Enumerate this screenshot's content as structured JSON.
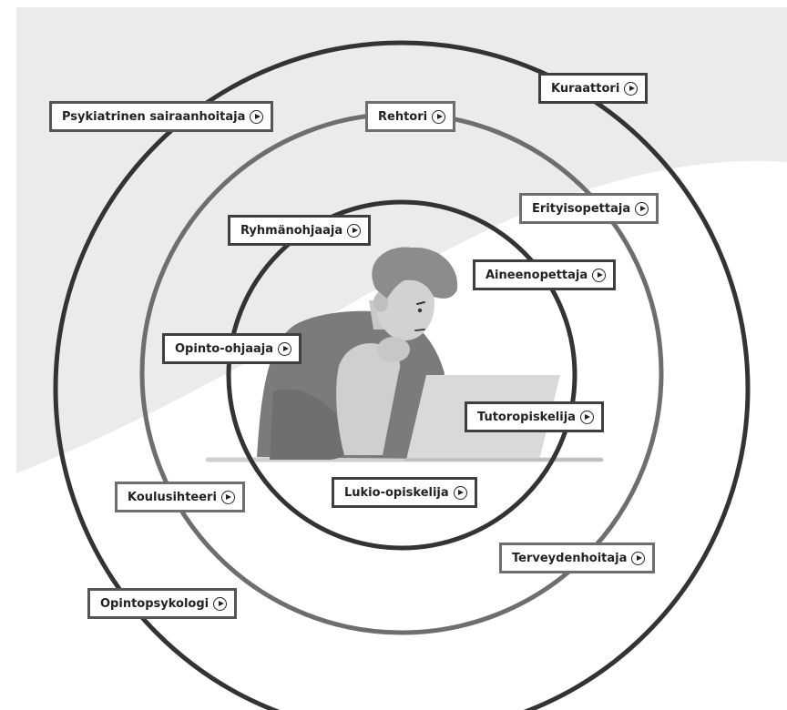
{
  "roles": {
    "psykiatrinen_sairaanhoitaja": "Psykiatrinen sairaanhoitaja",
    "kuraattori": "Kuraattori",
    "rehtori": "Rehtori",
    "erityisopettaja": "Erityisopettaja",
    "ryhmanohjaaja": "Ryhmänohjaaja",
    "aineenopettaja": "Aineenopettaja",
    "opinto_ohjaaja": "Opinto-ohjaaja",
    "tutoropiskelija": "Tutoropiskelija",
    "koulusihteeri": "Koulusihteeri",
    "lukio_opiskelija": "Lukio-opiskelija",
    "terveydenhoitaja": "Terveydenhoitaja",
    "opintopsykologi": "Opintopsykologi"
  },
  "colors": {
    "background_band": "#ebebeb",
    "outer_ring": "#333333",
    "middle_ring": "#6e6e6e",
    "inner_ring": "#333333",
    "label_border": "#3f3f3f",
    "label_text": "#222222"
  },
  "icons": {
    "role_action": "play-circle-icon",
    "illustration": "student-at-laptop-illustration"
  }
}
